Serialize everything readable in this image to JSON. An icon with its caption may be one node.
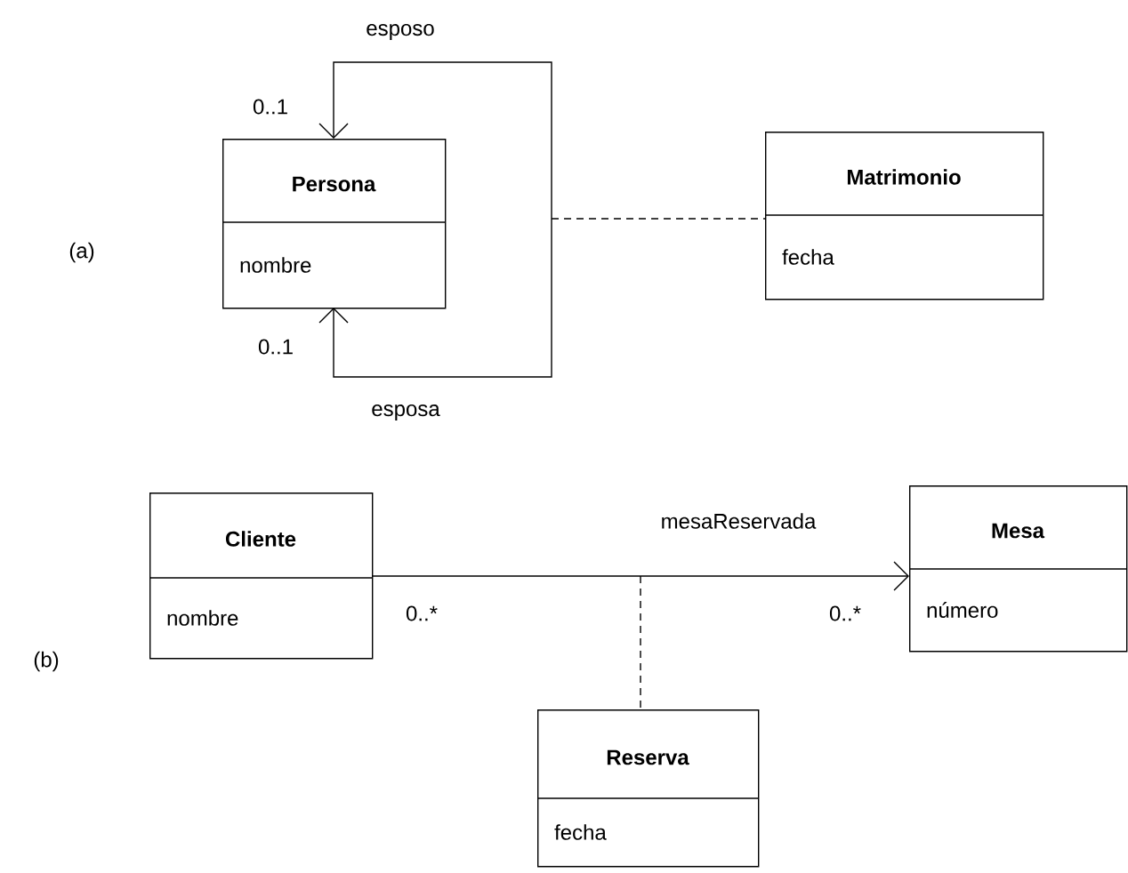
{
  "diagram": {
    "nodes": [
      {
        "text": [
          "Persona",
          "nombre"
        ]
      },
      {
        "text": [
          "Matrimonio",
          "fecha"
        ]
      },
      {
        "text": [
          "Cliente",
          "nombre"
        ]
      },
      {
        "text": [
          "Mesa",
          "número"
        ]
      },
      {
        "text": [
          "Reserva",
          "fecha"
        ]
      }
    ],
    "edges": [
      {
        "from": 0,
        "to": 0,
        "arrow": "both"
      },
      {
        "from": null,
        "to": 1,
        "arrow": "none",
        "style": "dashed"
      },
      {
        "from": 2,
        "to": 3,
        "arrow": "to",
        "label": "mesaReservada"
      },
      {
        "from": null,
        "to": 4,
        "arrow": "none",
        "style": "dashed"
      }
    ],
    "labels": [
      "esposo",
      "0..1",
      "(a)",
      "0..1",
      "esposa",
      "0..*",
      "0..*",
      "(b)"
    ]
  }
}
